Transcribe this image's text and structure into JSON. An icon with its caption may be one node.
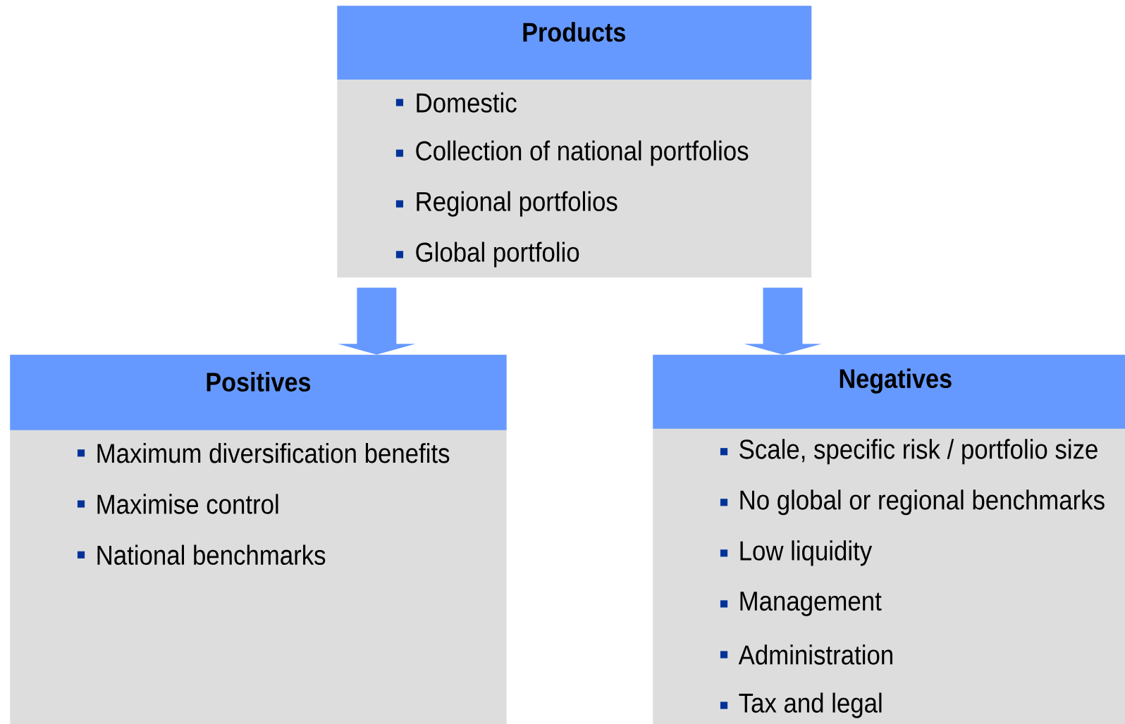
{
  "diagram": {
    "nodes": [
      {
        "text": [
          "Products",
          "Domestic",
          "Collection of national portfolios",
          "Regional portfolios",
          "Global portfolio"
        ]
      },
      {
        "text": [
          "Positives",
          "Maximum diversification benefits",
          "Maximise control",
          "National benchmarks"
        ]
      },
      {
        "text": [
          "Negatives",
          "Scale, specific risk / portfolio size",
          "No global or regional benchmarks",
          "Low liquidity",
          "Management",
          "Administration",
          "Tax and legal"
        ]
      }
    ],
    "edges": [
      {
        "from": 0,
        "to": 1,
        "arrow": "to"
      },
      {
        "from": 0,
        "to": 2,
        "arrow": "to"
      }
    ]
  }
}
